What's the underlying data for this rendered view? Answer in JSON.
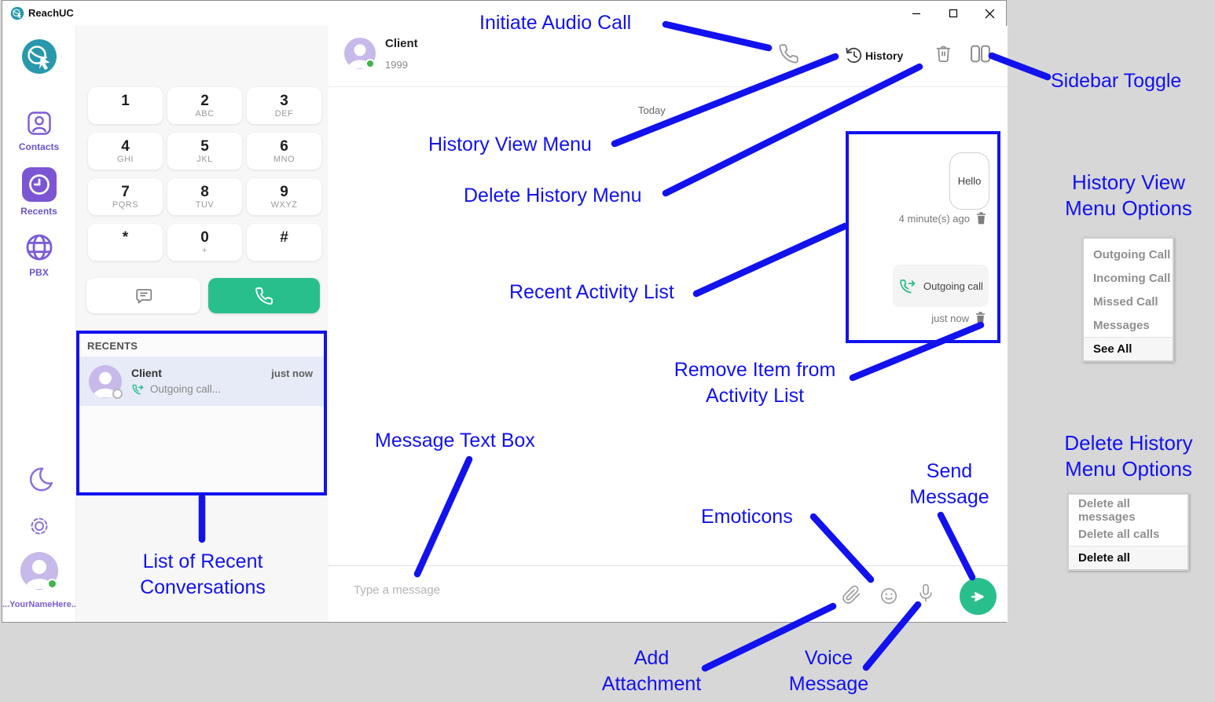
{
  "window": {
    "title": "ReachUC"
  },
  "nav": {
    "items": [
      {
        "label": "Contacts"
      },
      {
        "label": "Recents"
      },
      {
        "label": "PBX"
      }
    ],
    "username": "...YourNameHere..."
  },
  "dialpad": {
    "keys": [
      {
        "digit": "1",
        "letters": ""
      },
      {
        "digit": "2",
        "letters": "ABC"
      },
      {
        "digit": "3",
        "letters": "DEF"
      },
      {
        "digit": "4",
        "letters": "GHI"
      },
      {
        "digit": "5",
        "letters": "JKL"
      },
      {
        "digit": "6",
        "letters": "MNO"
      },
      {
        "digit": "7",
        "letters": "PQRS"
      },
      {
        "digit": "8",
        "letters": "TUV"
      },
      {
        "digit": "9",
        "letters": "WXYZ"
      },
      {
        "digit": "*",
        "letters": ""
      },
      {
        "digit": "0",
        "letters": "+"
      },
      {
        "digit": "#",
        "letters": ""
      }
    ]
  },
  "recents": {
    "header": "RECENTS",
    "items": [
      {
        "name": "Client",
        "time": "just now",
        "status": "Outgoing call..."
      }
    ]
  },
  "chat": {
    "contact_name": "Client",
    "contact_number": "1999",
    "history_label": "History",
    "day_separator": "Today",
    "message": {
      "text": "Hello",
      "time": "4 minute(s) ago"
    },
    "call_event": {
      "label": "Outgoing call",
      "time": "just now"
    },
    "input_placeholder": "Type a message"
  },
  "annotations": {
    "initiate_audio_call": "Initiate Audio Call",
    "sidebar_toggle": "Sidebar Toggle",
    "history_view_menu": "History View Menu",
    "delete_history_menu": "Delete History Menu",
    "recent_activity_list": "Recent Activity List",
    "remove_item_line1": "Remove Item from",
    "remove_item_line2": "Activity List",
    "message_text_box": "Message Text Box",
    "list_recent_line1": "List of Recent",
    "list_recent_line2": "Conversations",
    "emoticons": "Emoticons",
    "send_line1": "Send",
    "send_line2": "Message",
    "attachment_line1": "Add",
    "attachment_line2": "Attachment",
    "voice_line1": "Voice",
    "voice_line2": "Message"
  },
  "side_menus": {
    "history": {
      "title_line1": "History View",
      "title_line2": "Menu Options",
      "items": [
        "Outgoing Call",
        "Incoming Call",
        "Missed Call",
        "Messages"
      ],
      "active_item": "See All"
    },
    "delete": {
      "title_line1": "Delete History",
      "title_line2": "Menu Options",
      "items": [
        "Delete all messages",
        "Delete all calls"
      ],
      "active_item": "Delete all"
    }
  },
  "colors": {
    "annotation_blue": "#1212ee",
    "brand_teal": "#2898ad",
    "accent_purple": "#7b5cd6",
    "action_green": "#29bf8c",
    "presence_green": "#3db54d",
    "selected_row_bg": "#e7ebf7"
  }
}
